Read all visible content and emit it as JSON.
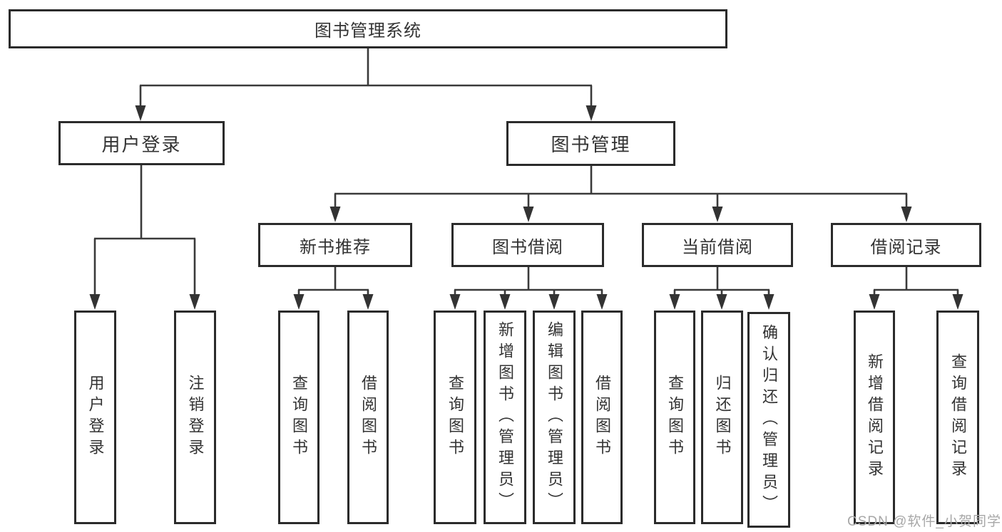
{
  "colors": {
    "box_border": "#2b2b2b",
    "connector_line": "#3a3a3a",
    "text": "#333333",
    "watermark": "#a7a7a7"
  },
  "diagram": {
    "root": {
      "label": "图书管理系统"
    },
    "branches": [
      {
        "label": "用户登录",
        "children": [
          {
            "label": "用户登录"
          },
          {
            "label": "注销登录"
          }
        ]
      },
      {
        "label": "图书管理",
        "sections": [
          {
            "label": "新书推荐",
            "children": [
              {
                "label": "查询图书"
              },
              {
                "label": "借阅图书"
              }
            ]
          },
          {
            "label": "图书借阅",
            "children": [
              {
                "label": "查询图书"
              },
              {
                "label": "新增图书（管理员）"
              },
              {
                "label": "编辑图书（管理员）"
              },
              {
                "label": "借阅图书"
              }
            ]
          },
          {
            "label": "当前借阅",
            "children": [
              {
                "label": "查询图书"
              },
              {
                "label": "归还图书"
              },
              {
                "label": "确认归还（管理员）"
              }
            ]
          },
          {
            "label": "借阅记录",
            "children": [
              {
                "label": "新增借阅记录"
              },
              {
                "label": "查询借阅记录"
              }
            ]
          }
        ]
      }
    ]
  },
  "watermark": {
    "text": "CSDN @软件_小贺同学"
  }
}
